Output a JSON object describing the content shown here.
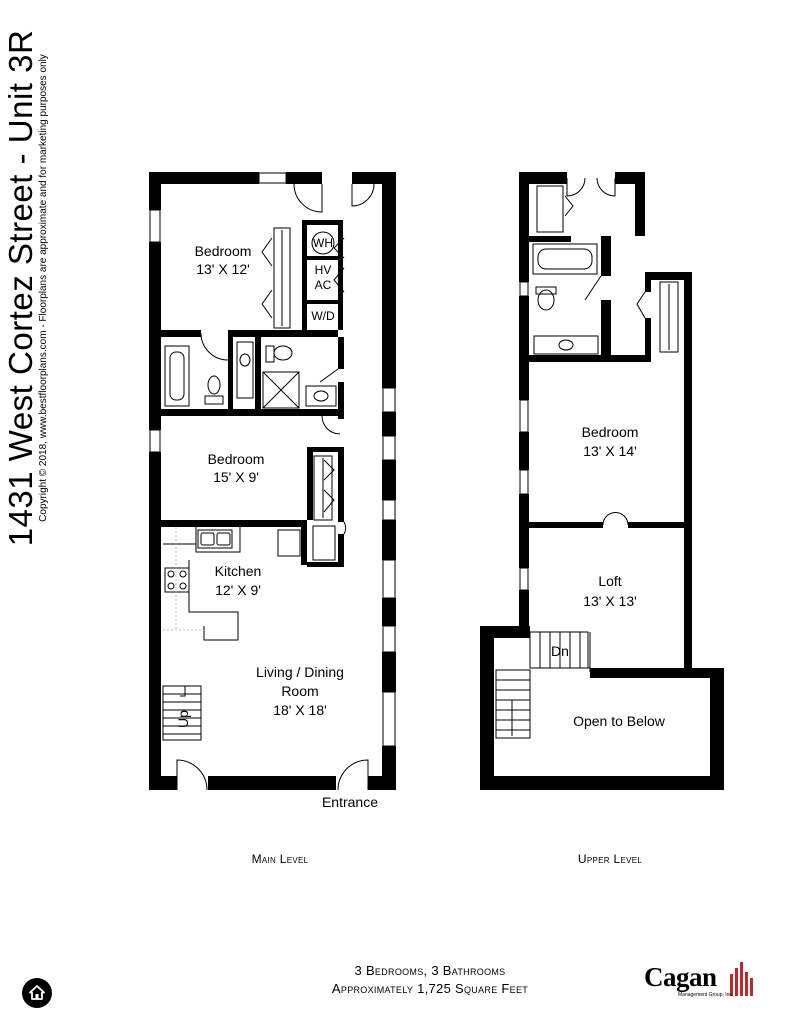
{
  "header": {
    "title": "1431 West Cortez Street - Unit 3R",
    "copyright": "Copyright © 2018, www.bestfloorplans.com - Floorplans are approximate and for marketing purposes only"
  },
  "main_level": {
    "caption": "Main Level",
    "rooms": {
      "bedroom1_name": "Bedroom",
      "bedroom1_size": "13' X 12'",
      "bedroom2_name": "Bedroom",
      "bedroom2_size": "15' X 9'",
      "kitchen_name": "Kitchen",
      "kitchen_size": "12' X 9'",
      "living_name": "Living / Dining",
      "living_name2": "Room",
      "living_size": "18' X 18'"
    },
    "fixtures": {
      "wh": "WH",
      "hv": "HV",
      "ac": "AC",
      "wd": "W/D",
      "up": "Up"
    },
    "entrance": "Entrance"
  },
  "upper_level": {
    "caption": "Upper Level",
    "rooms": {
      "bedroom_name": "Bedroom",
      "bedroom_size": "13' X 14'",
      "loft_name": "Loft",
      "loft_size": "13' X 13'",
      "open_to_below": "Open to Below"
    },
    "dn": "Dn"
  },
  "footer": {
    "line1": "3 Bedrooms, 3 Bathrooms",
    "line2": "Approximately 1,725 Square Feet"
  },
  "logo": {
    "brand": "Cagan",
    "tagline": "Management Group, Inc.",
    "accent_color": "#c0272d"
  },
  "icons": {
    "home": "home-icon"
  }
}
